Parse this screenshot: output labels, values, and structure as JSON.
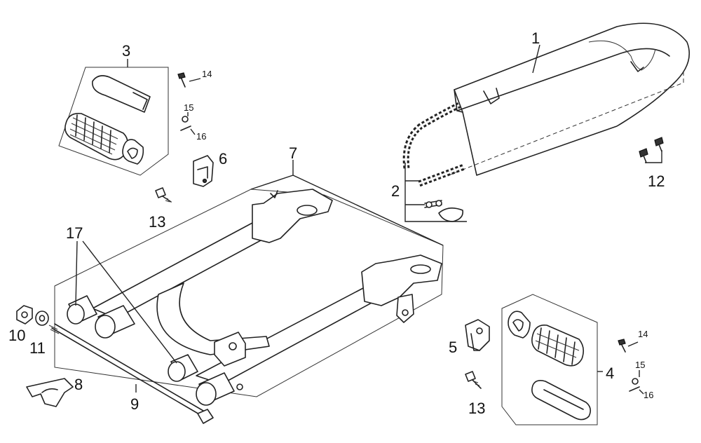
{
  "callouts": {
    "c1": "1",
    "c2": "2",
    "c3": "3",
    "c4": "4",
    "c5": "5",
    "c6": "6",
    "c7": "7",
    "c8": "8",
    "c9": "9",
    "c10": "10",
    "c11": "11",
    "c12": "12",
    "c13a": "13",
    "c13b": "13",
    "c14a": "14",
    "c14b": "14",
    "c15a": "15",
    "c15b": "15",
    "c16a": "16",
    "c16b": "16",
    "c17": "17"
  }
}
